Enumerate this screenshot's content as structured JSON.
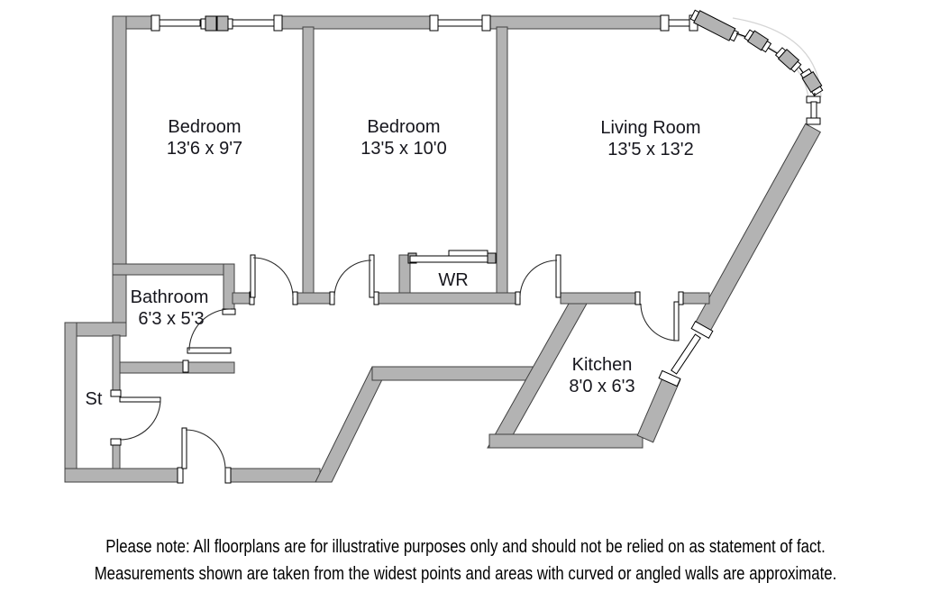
{
  "rooms": {
    "bedroom1": {
      "name": "Bedroom",
      "dims": "13'6 x 9'7"
    },
    "bedroom2": {
      "name": "Bedroom",
      "dims": "13'5 x 10'0"
    },
    "living_room": {
      "name": "Living Room",
      "dims": "13'5 x 13'2"
    },
    "bathroom": {
      "name": "Bathroom",
      "dims": "6'3 x 5'3"
    },
    "wr": {
      "name": "WR"
    },
    "kitchen": {
      "name": "Kitchen",
      "dims": "8'0 x 6'3"
    },
    "storage": {
      "name": "St"
    }
  },
  "disclaimer": {
    "line1": "Please note: All floorplans are for illustrative purposes only and should not be relied on as statement of fact.",
    "line2": "Measurements shown are taken from the widest points and areas with curved or angled walls are approximate."
  },
  "colors": {
    "wall_fill": "#b3b3b3",
    "wall_outline": "#404040",
    "label_text": "#16161d",
    "disclaimer_text": "#000000"
  }
}
